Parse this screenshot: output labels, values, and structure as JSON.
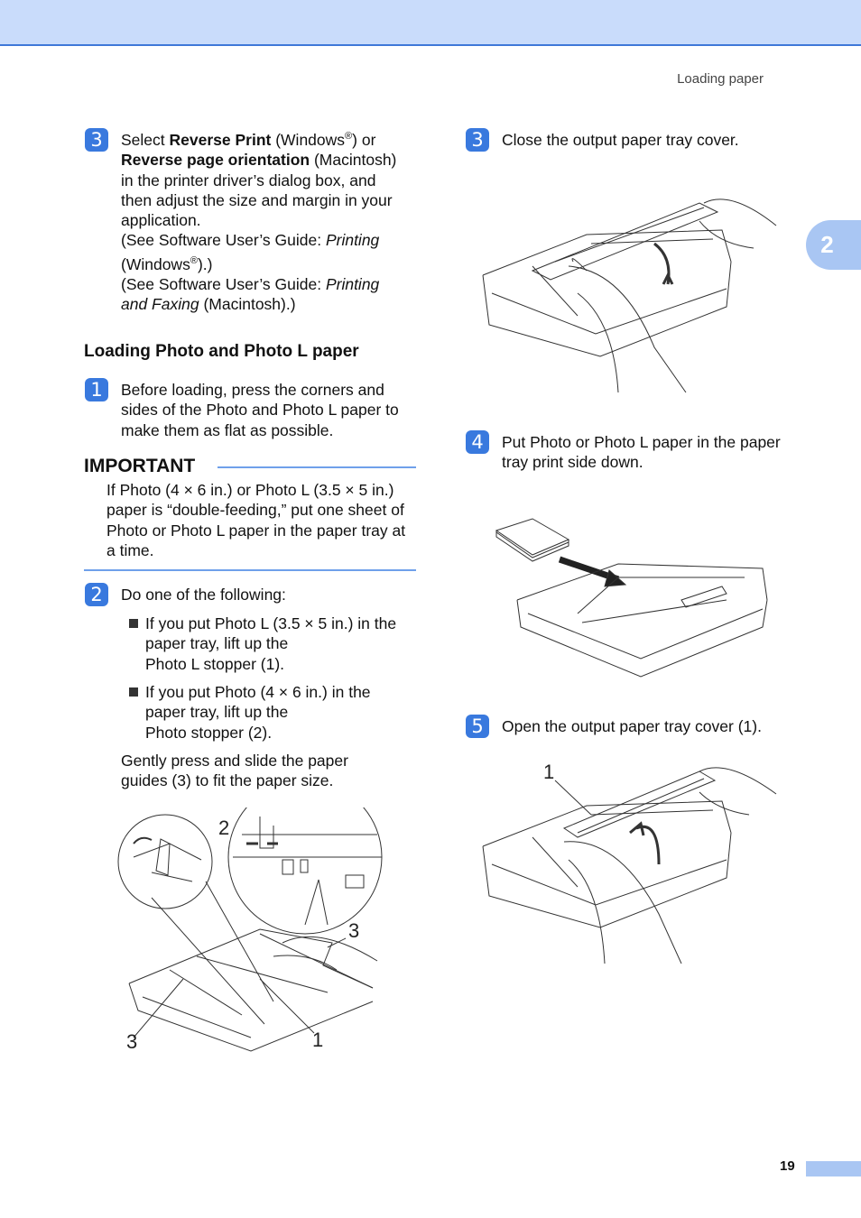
{
  "header": {
    "running_title": "Loading paper",
    "chapter": "2"
  },
  "footer": {
    "page_number": "19"
  },
  "left": {
    "step_a": {
      "badge": "3",
      "t1": "Select ",
      "b1": "Reverse Print",
      "t2": " (Windows",
      "sup1": "®",
      "t3": ") or",
      "b2": "Reverse page orientation",
      "t4": " (Macintosh)",
      "line3": "in the printer driver’s dialog box, and",
      "line4": "then adjust the size and margin in your",
      "line5": "application.",
      "see1_pre": "(See Software User’s Guide: ",
      "see1_it": "Printing",
      "see1b_pre": "(Windows",
      "see1b_sup": "®",
      "see1b_post": ").)",
      "see2_pre": "(See Software User’s Guide: ",
      "see2_it": "Printing",
      "see2b_it": "and Faxing",
      "see2b_post": " (Macintosh).)"
    },
    "section_heading": "Loading Photo and Photo L paper",
    "step_1": {
      "badge": "1",
      "lines": [
        "Before loading, press the corners and",
        "sides of the Photo and Photo L paper to",
        "make them as flat as possible."
      ]
    },
    "important": {
      "title": "IMPORTANT",
      "lines": [
        "If Photo (4 × 6 in.) or Photo L (3.5 × 5 in.)",
        "paper is “double-feeding,” put one sheet of",
        "Photo or Photo L paper in the paper tray at",
        "a time."
      ]
    },
    "step_2": {
      "badge": "2",
      "intro": "Do one of the following:",
      "bullet1": [
        "If you put Photo L (3.5 × 5 in.) in the",
        "paper tray, lift up the",
        "Photo L stopper (1)."
      ],
      "bullet2": [
        "If you put Photo (4 × 6 in.) in the",
        "paper tray, lift up the",
        "Photo stopper (2)."
      ],
      "after": [
        "Gently press and slide the paper",
        "guides (3) to fit the paper size."
      ]
    },
    "figure_labels": {
      "l2": "2",
      "l3a": "3",
      "l3b": "3",
      "l1": "1"
    }
  },
  "right": {
    "step_3": {
      "badge": "3",
      "text": "Close the output paper tray cover."
    },
    "step_4": {
      "badge": "4",
      "lines": [
        "Put Photo or Photo L paper in the paper",
        "tray print side down."
      ]
    },
    "step_5": {
      "badge": "5",
      "text": "Open the output paper tray cover (1)."
    },
    "figure_labels": {
      "l1": "1"
    }
  }
}
